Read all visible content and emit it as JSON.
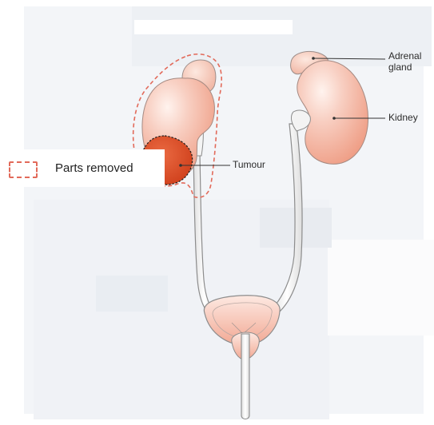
{
  "diagram": {
    "labels": {
      "adrenal_gland": "Adrenal gland",
      "kidney": "Kidney",
      "tumour": "Tumour"
    },
    "legend": {
      "parts_removed": "Parts removed"
    },
    "colors": {
      "kidney": "#f2a48d",
      "kidney_highlight": "#fff3ee",
      "tumour": "#e0522b",
      "removed_outline": "#e26a5a",
      "ureter": "#e6e6e6",
      "bladder": "#f5b7a6",
      "background_wash": "#eef1f5"
    }
  }
}
